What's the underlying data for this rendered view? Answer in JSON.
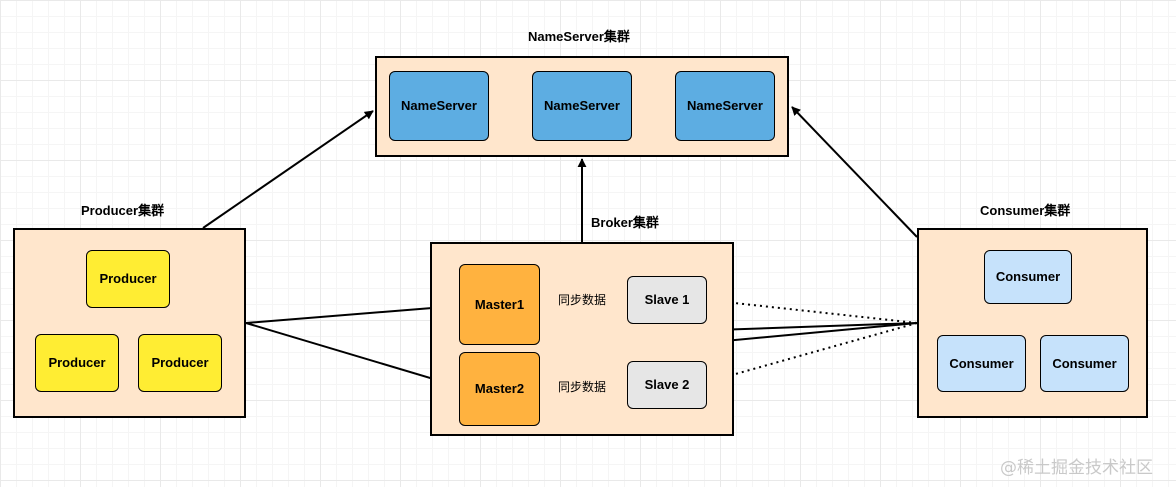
{
  "nameserver_cluster": {
    "title": "NameServer集群",
    "nodes": [
      "NameServer",
      "NameServer",
      "NameServer"
    ]
  },
  "producer_cluster": {
    "title": "Producer集群",
    "nodes": [
      "Producer",
      "Producer",
      "Producer"
    ]
  },
  "broker_cluster": {
    "title": "Broker集群",
    "master1": "Master1",
    "master2": "Master2",
    "slave1": "Slave 1",
    "slave2": "Slave 2",
    "sync_label_1": "同步数据",
    "sync_label_2": "同步数据"
  },
  "consumer_cluster": {
    "title": "Consumer集群",
    "nodes": [
      "Consumer",
      "Consumer",
      "Consumer"
    ]
  },
  "colors": {
    "cluster_fill": "#ffe6cc",
    "nameserver_fill": "#5dade2",
    "producer_fill": "#ffed33",
    "master_fill": "#ffb23f",
    "slave_fill": "#e6e6e6",
    "consumer_fill": "#c6e2fb"
  },
  "watermark": "@稀土掘金技术社区"
}
